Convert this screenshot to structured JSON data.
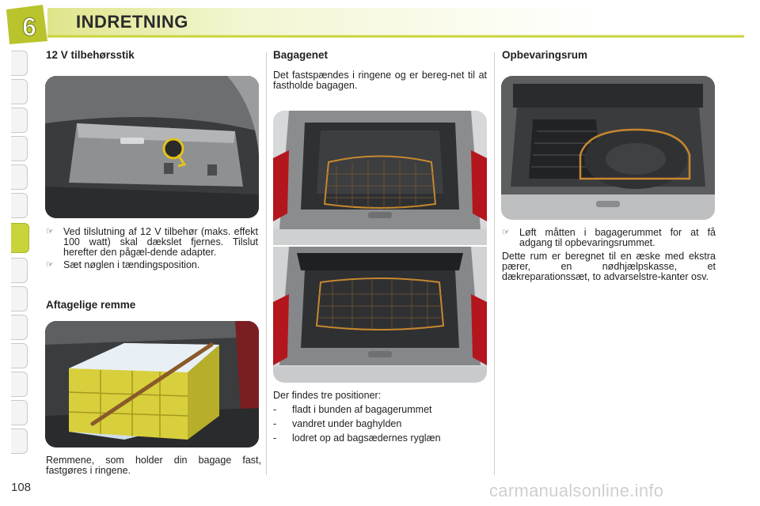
{
  "chapter": {
    "number": "6",
    "title": "INDRETNING",
    "accent_color": "#c8d43a"
  },
  "col1": {
    "accessory_socket": {
      "heading": "12 V tilbehørsstik",
      "bullets": [
        "Ved tilslutning af 12 V tilbehør (maks. effekt 100 watt) skal dækslet fjernes. Tilslut herefter den pågæl-dende adapter.",
        "Sæt nøglen i tændingsposition."
      ]
    },
    "removable_straps": {
      "heading": "Aftagelige remme",
      "text": "Remmene, som holder din bagage fast, fastgøres i ringene."
    }
  },
  "col2": {
    "luggage_net": {
      "heading": "Bagagenet",
      "intro": "Det fastspændes i ringene og er bereg-net til at fastholde bagagen.",
      "positions_intro": "Der findes tre positioner:",
      "positions": [
        "fladt i bunden af bagagerummet",
        "vandret under baghylden",
        "lodret op ad bagsædernes ryglæn"
      ]
    }
  },
  "col3": {
    "storage": {
      "heading": "Opbevaringsrum",
      "bullet": "Løft måtten i bagagerummet for at få adgang til opbevaringsrummet.",
      "text": "Dette rum er beregnet til en æske med ekstra pærer, en nødhjælpskasse, et dækreparationssæt, to advarselstre-kanter osv."
    }
  },
  "bullet_icon": "pointing-hand-icon",
  "dash_symbol": "-",
  "page_number": "108",
  "watermark": "carmanualsonline.info"
}
